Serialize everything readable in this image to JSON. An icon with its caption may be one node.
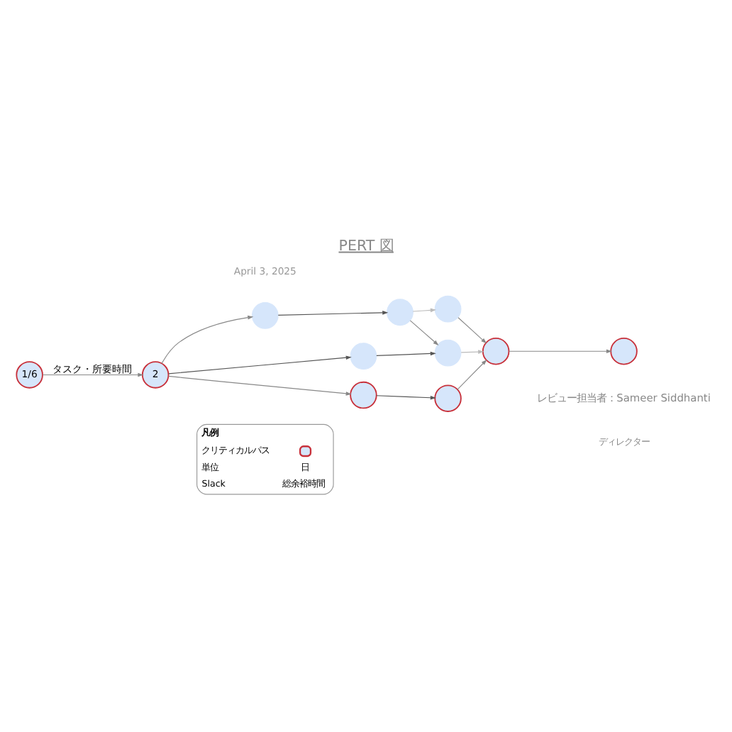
{
  "diagram": {
    "title": "PERT 図",
    "nodes": [
      {
        "text": [
          "1/6"
        ]
      },
      {
        "text": [
          "2"
        ]
      },
      {
        "text": [],
        "shape": "circle"
      },
      {
        "text": [],
        "shape": "circle"
      },
      {
        "text": [],
        "shape": "circle"
      },
      {
        "text": [],
        "shape": "circle"
      },
      {
        "text": [],
        "shape": "circle"
      },
      {
        "text": [],
        "shape": "circle"
      },
      {
        "text": [],
        "shape": "circle"
      },
      {
        "text": [],
        "shape": "circle"
      },
      {
        "text": [],
        "shape": "circle"
      }
    ],
    "edges": [
      {
        "from": 0,
        "to": 1,
        "arrow": "to",
        "label": "タスク・所要時間"
      },
      {
        "from": 1,
        "to": 2,
        "arrow": "to"
      },
      {
        "from": 1,
        "to": 5,
        "arrow": "to",
        "color": "#555555"
      },
      {
        "from": 1,
        "to": 7,
        "arrow": "to"
      },
      {
        "from": 2,
        "to": 3,
        "arrow": "to",
        "color": "#555555"
      },
      {
        "from": 3,
        "to": 4,
        "arrow": "to",
        "color": "#bbbbbb"
      },
      {
        "from": 3,
        "to": 6,
        "arrow": "to"
      },
      {
        "from": 5,
        "to": 6,
        "arrow": "to",
        "color": "#555555"
      },
      {
        "from": 4,
        "to": 9,
        "arrow": "to"
      },
      {
        "from": 6,
        "to": 9,
        "arrow": "to",
        "color": "#bbbbbb"
      },
      {
        "from": 7,
        "to": 8,
        "arrow": "to",
        "color": "#555555"
      },
      {
        "from": 8,
        "to": 9,
        "arrow": "to"
      },
      {
        "from": 9,
        "to": 10,
        "arrow": "to"
      }
    ],
    "labels": [
      "April 3, 2025",
      "凡例",
      "単位",
      "日",
      "Slack",
      "総余裕時間",
      "レビュー担当者：Sameer Siddhanti",
      "ディレクター"
    ],
    "legend": [
      {
        "text": "クリティカルパス"
      }
    ]
  }
}
